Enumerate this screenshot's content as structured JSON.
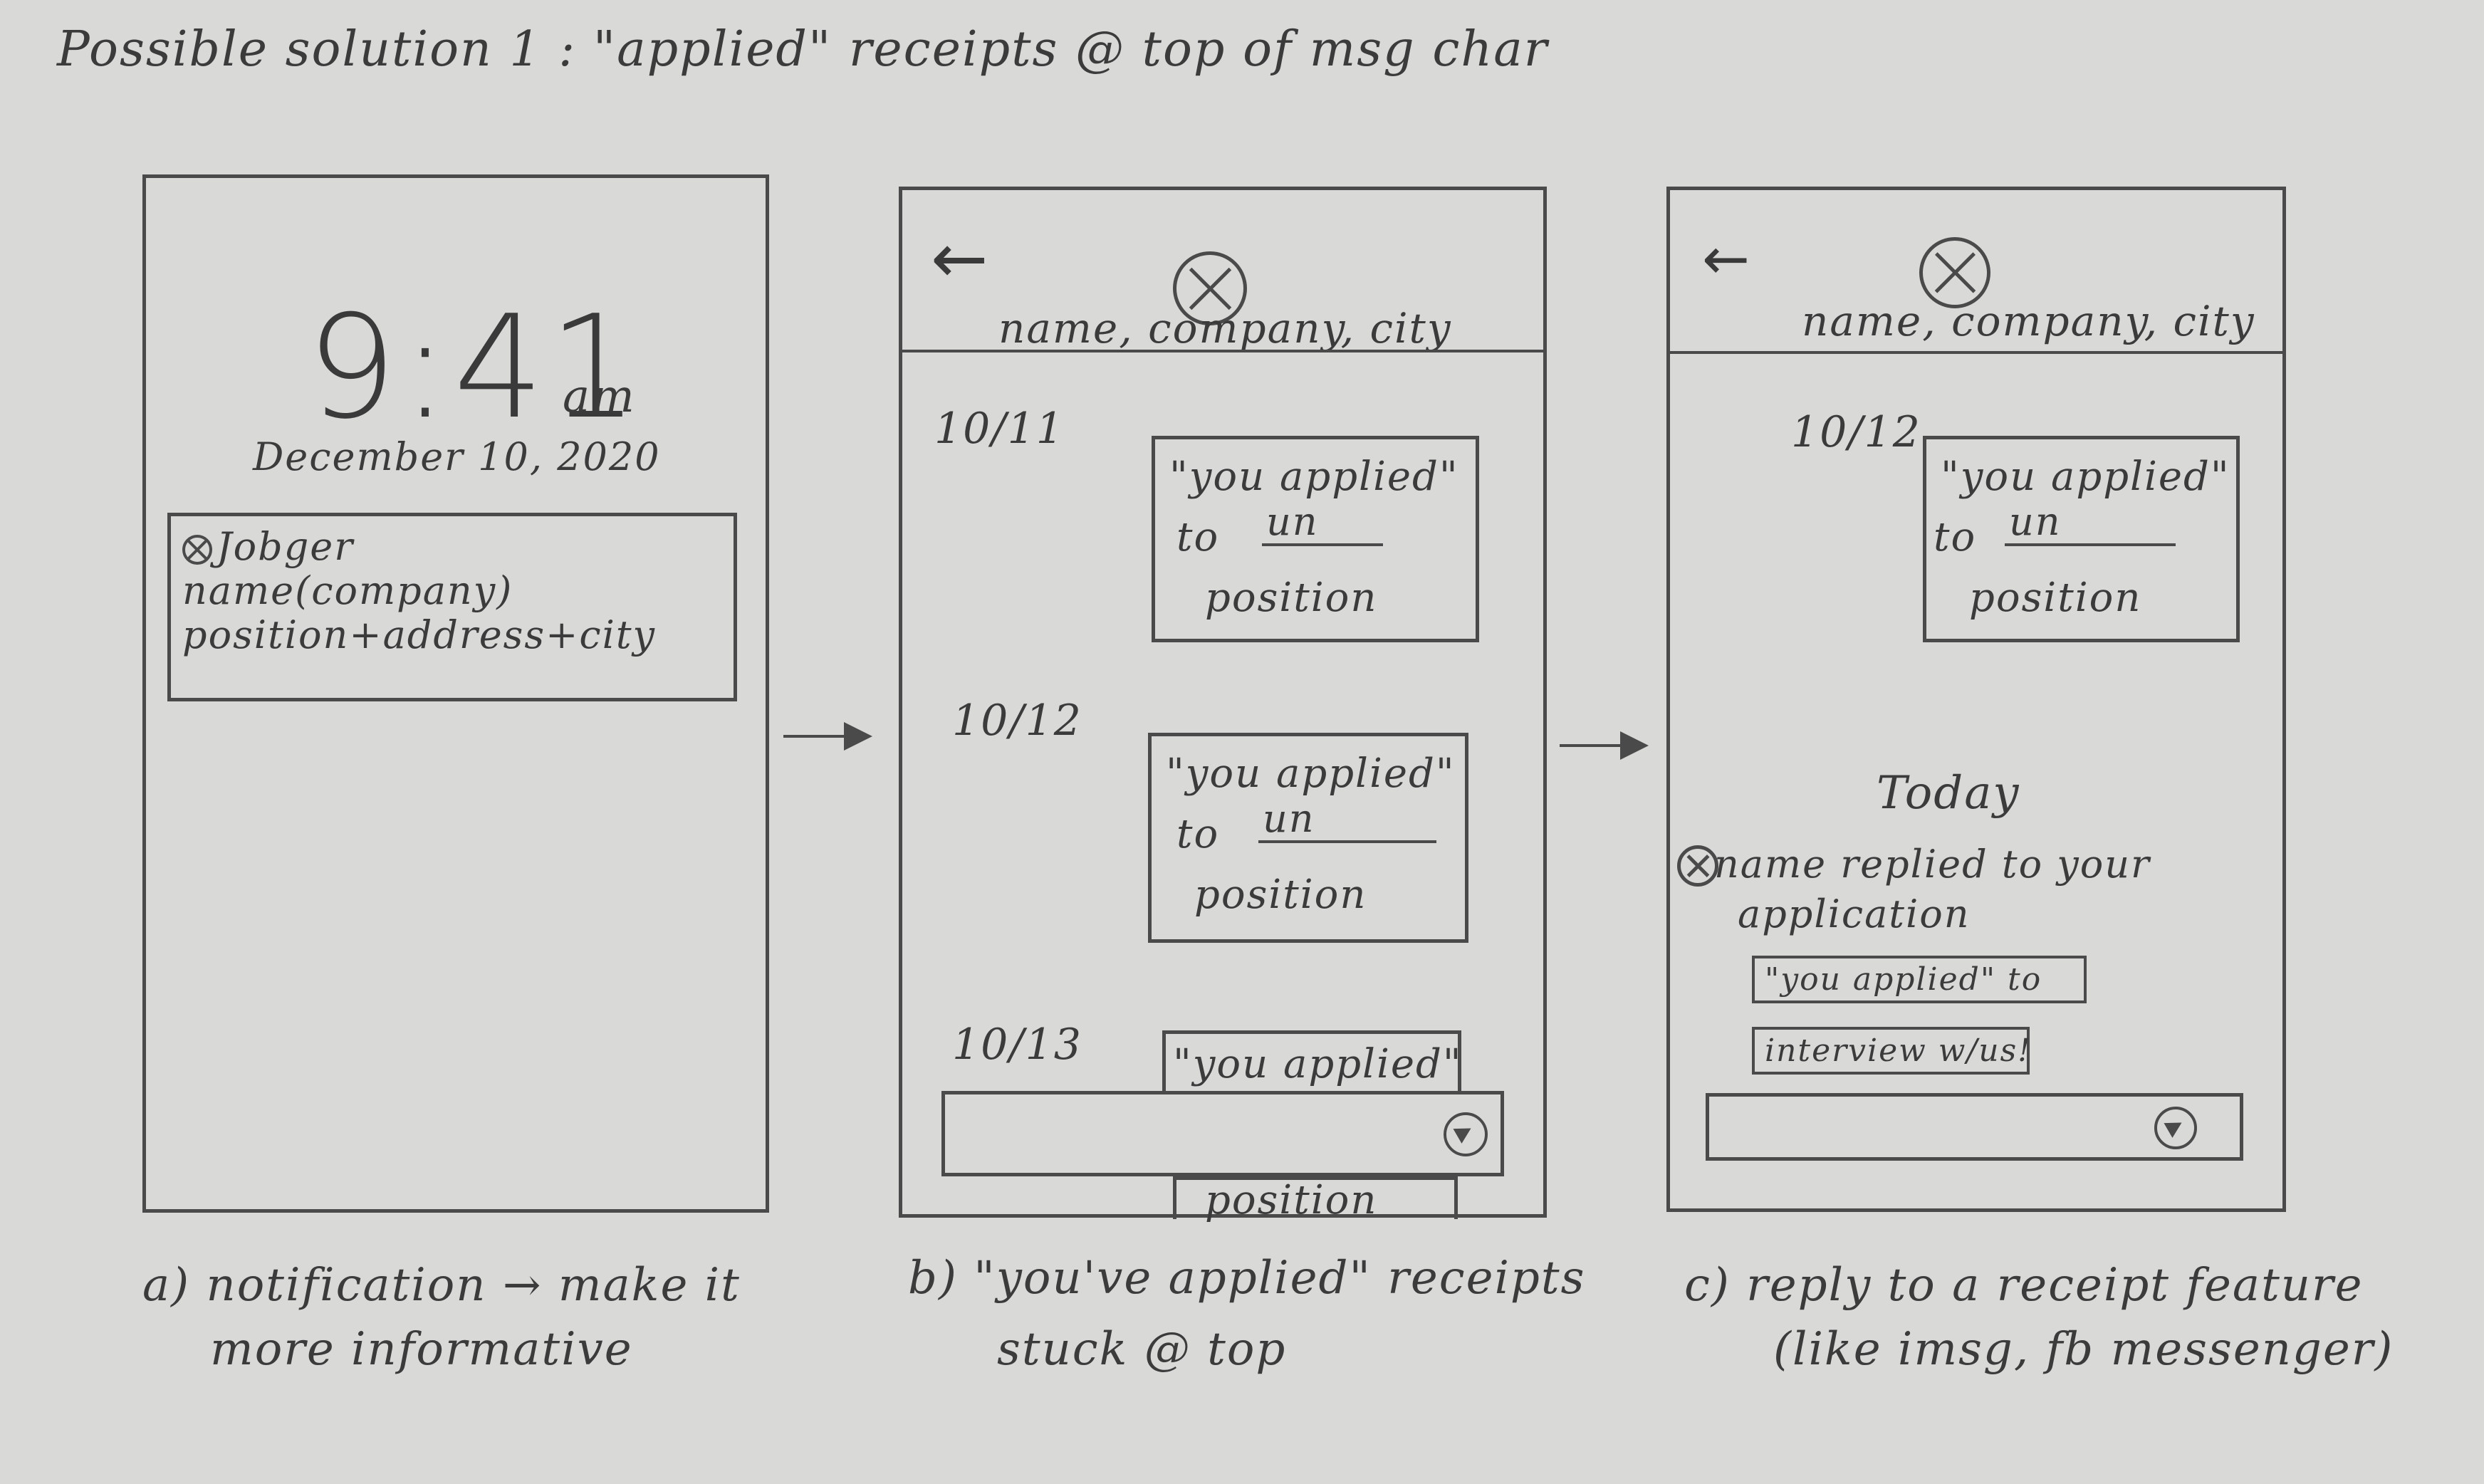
{
  "title": "Possible solution 1 : \"applied\" receipts @ top of msg char",
  "phone_a": {
    "time": "9:41",
    "ampm": "am",
    "date": "December 10, 2020",
    "notification": {
      "app": "Jobger",
      "line2": "name(company)",
      "line3": "position+address+city"
    }
  },
  "phone_b": {
    "back": "←",
    "header": "name, company, city",
    "messages": [
      {
        "date": "10/11",
        "line1": "\"you applied\"",
        "line2": "to",
        "line3": "position"
      },
      {
        "date": "10/12",
        "line1": "\"you applied\"",
        "line2": "to",
        "line3": "position"
      },
      {
        "date": "10/13",
        "line1": "\"you applied\"",
        "line3": "position"
      }
    ]
  },
  "phone_c": {
    "back": "←",
    "header": "name, company, city",
    "message": {
      "date": "10/12",
      "line1": "\"you applied\"",
      "line2": "to",
      "line3": "position"
    },
    "today": "Today",
    "reply_notice_1": "name replied to your",
    "reply_notice_2": "application",
    "quoted": "\"you applied\" to",
    "reply_text": "interview w/us!"
  },
  "captions": {
    "a_1": "a) notification → make it",
    "a_2": "more informative",
    "b_1": "b) \"you've applied\" receipts",
    "b_2": "stuck @ top",
    "c_1": "c) reply to a receipt feature",
    "c_2": "(like imsg, fb messenger)"
  }
}
